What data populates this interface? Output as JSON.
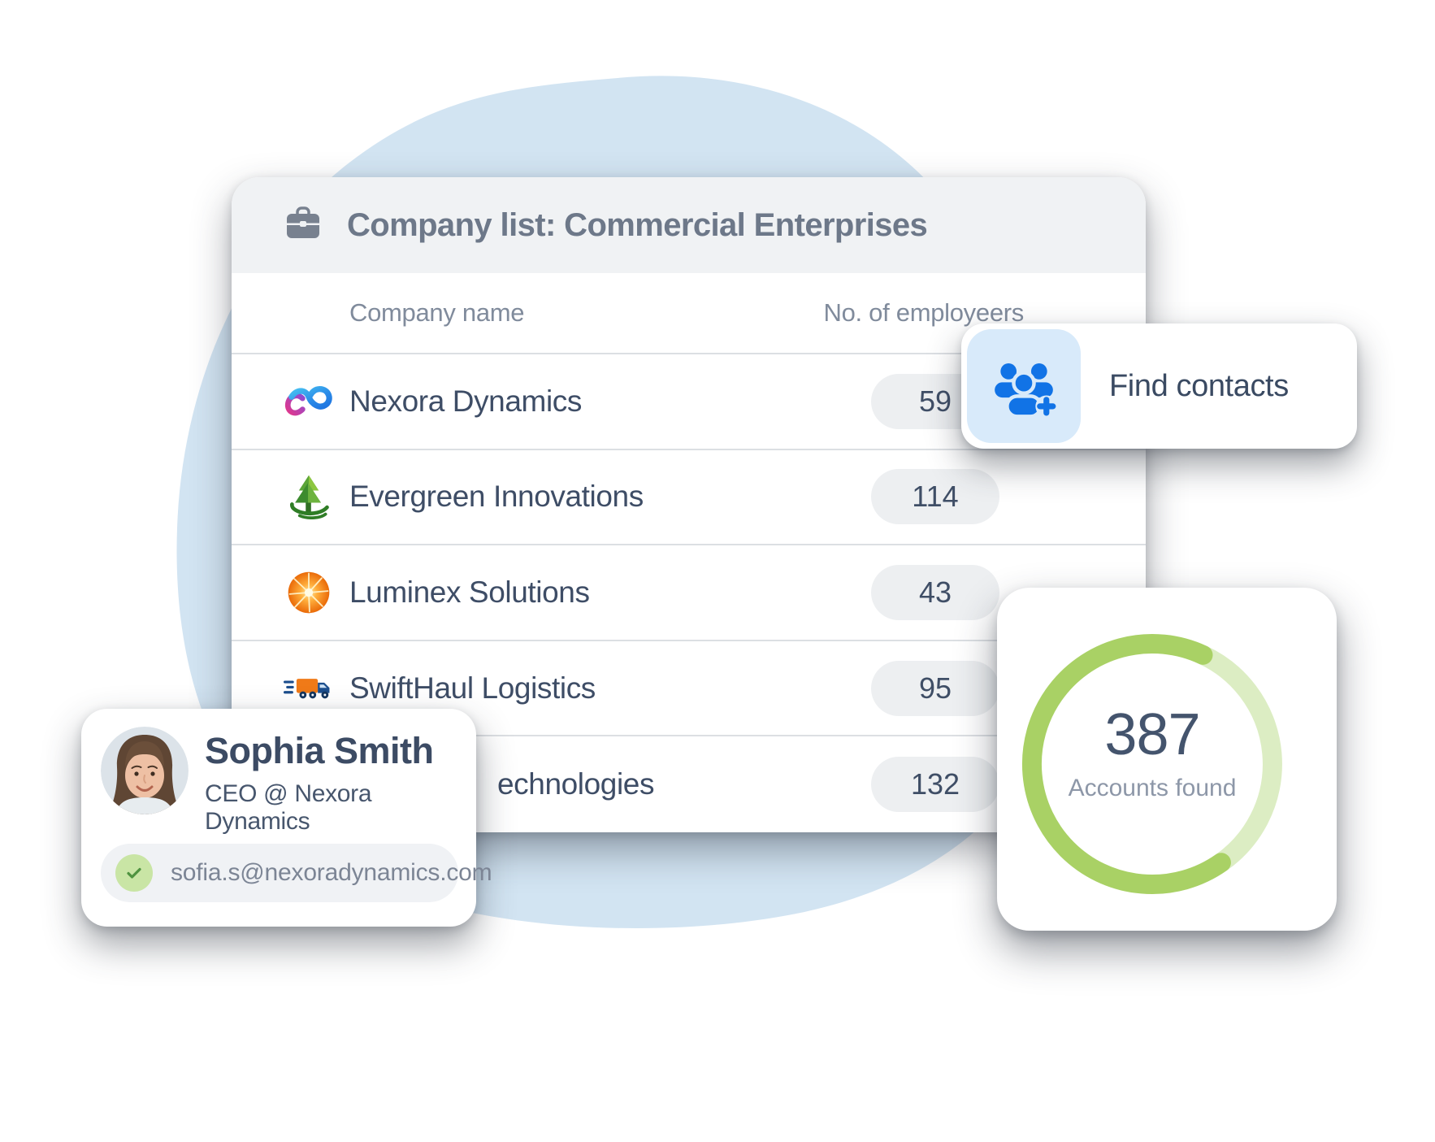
{
  "main_card": {
    "title": "Company list: Commercial Enterprises",
    "columns": {
      "name": "Company name",
      "employees": "No. of employeers"
    },
    "rows": [
      {
        "name": "Nexora Dynamics",
        "employees": "59",
        "logo": "nexora-logo"
      },
      {
        "name": "Evergreen Innovations",
        "employees": "114",
        "logo": "evergreen-logo"
      },
      {
        "name": "Luminex Solutions",
        "employees": "43",
        "logo": "luminex-logo"
      },
      {
        "name": "SwiftHaul Logistics",
        "employees": "95",
        "logo": "swifthaul-logo"
      },
      {
        "name": "echnologies",
        "employees": "132",
        "logo": "hidden-behind-contact-card"
      }
    ]
  },
  "find_contacts_card": {
    "label": "Find contacts",
    "icon": "add-contacts-icon"
  },
  "accounts_card": {
    "value": "387",
    "label": "Accounts found",
    "progress_percent": 67
  },
  "contact_card": {
    "name": "Sophia Smith",
    "role": "CEO @ Nexora Dynamics",
    "email": "sofia.s@nexoradynamics.com",
    "email_status_icon": "verified-check-icon"
  },
  "icons": [
    "briefcase-icon",
    "add-contacts-icon",
    "verified-check-icon"
  ],
  "colors": {
    "accent_blue": "#1173e6",
    "tile_blue": "#d8eafa",
    "progress_green": "#a9d165",
    "progress_track_green": "#dcedc3",
    "navy_text": "#3e4d66",
    "muted_text": "#808b9c",
    "pill_bg": "#edeff1",
    "header_strip": "#f0f2f4",
    "blob_blue": "#d2e4f2",
    "check_green_bg": "#c9e5a5",
    "check_green": "#4f9340"
  }
}
